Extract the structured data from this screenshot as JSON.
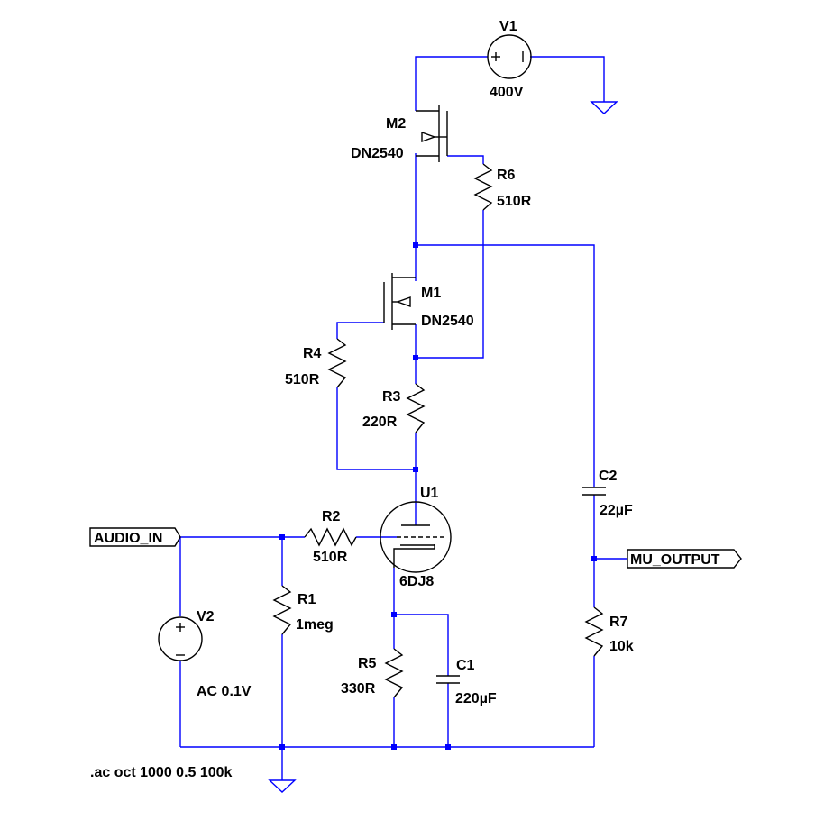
{
  "components": {
    "V1": {
      "ref": "V1",
      "value": "400V"
    },
    "M2": {
      "ref": "M2",
      "value": "DN2540"
    },
    "R6": {
      "ref": "R6",
      "value": "510R"
    },
    "M1": {
      "ref": "M1",
      "value": "DN2540"
    },
    "R4": {
      "ref": "R4",
      "value": "510R"
    },
    "R3": {
      "ref": "R3",
      "value": "220R"
    },
    "U1": {
      "ref": "U1",
      "value": "6DJ8"
    },
    "R2": {
      "ref": "R2",
      "value": "510R"
    },
    "R1": {
      "ref": "R1",
      "value": "1meg"
    },
    "V2": {
      "ref": "V2",
      "value": "AC 0.1V"
    },
    "R5": {
      "ref": "R5",
      "value": "330R"
    },
    "C1": {
      "ref": "C1",
      "value": "220µF"
    },
    "C2": {
      "ref": "C2",
      "value": "22µF"
    },
    "R7": {
      "ref": "R7",
      "value": "10k"
    }
  },
  "ports": {
    "input": "AUDIO_IN",
    "output": "MU_OUTPUT"
  },
  "directive": ".ac oct 1000 0.5 100k",
  "colors": {
    "wire": "#0000ff",
    "component": "#000000",
    "background": "#ffffff"
  }
}
